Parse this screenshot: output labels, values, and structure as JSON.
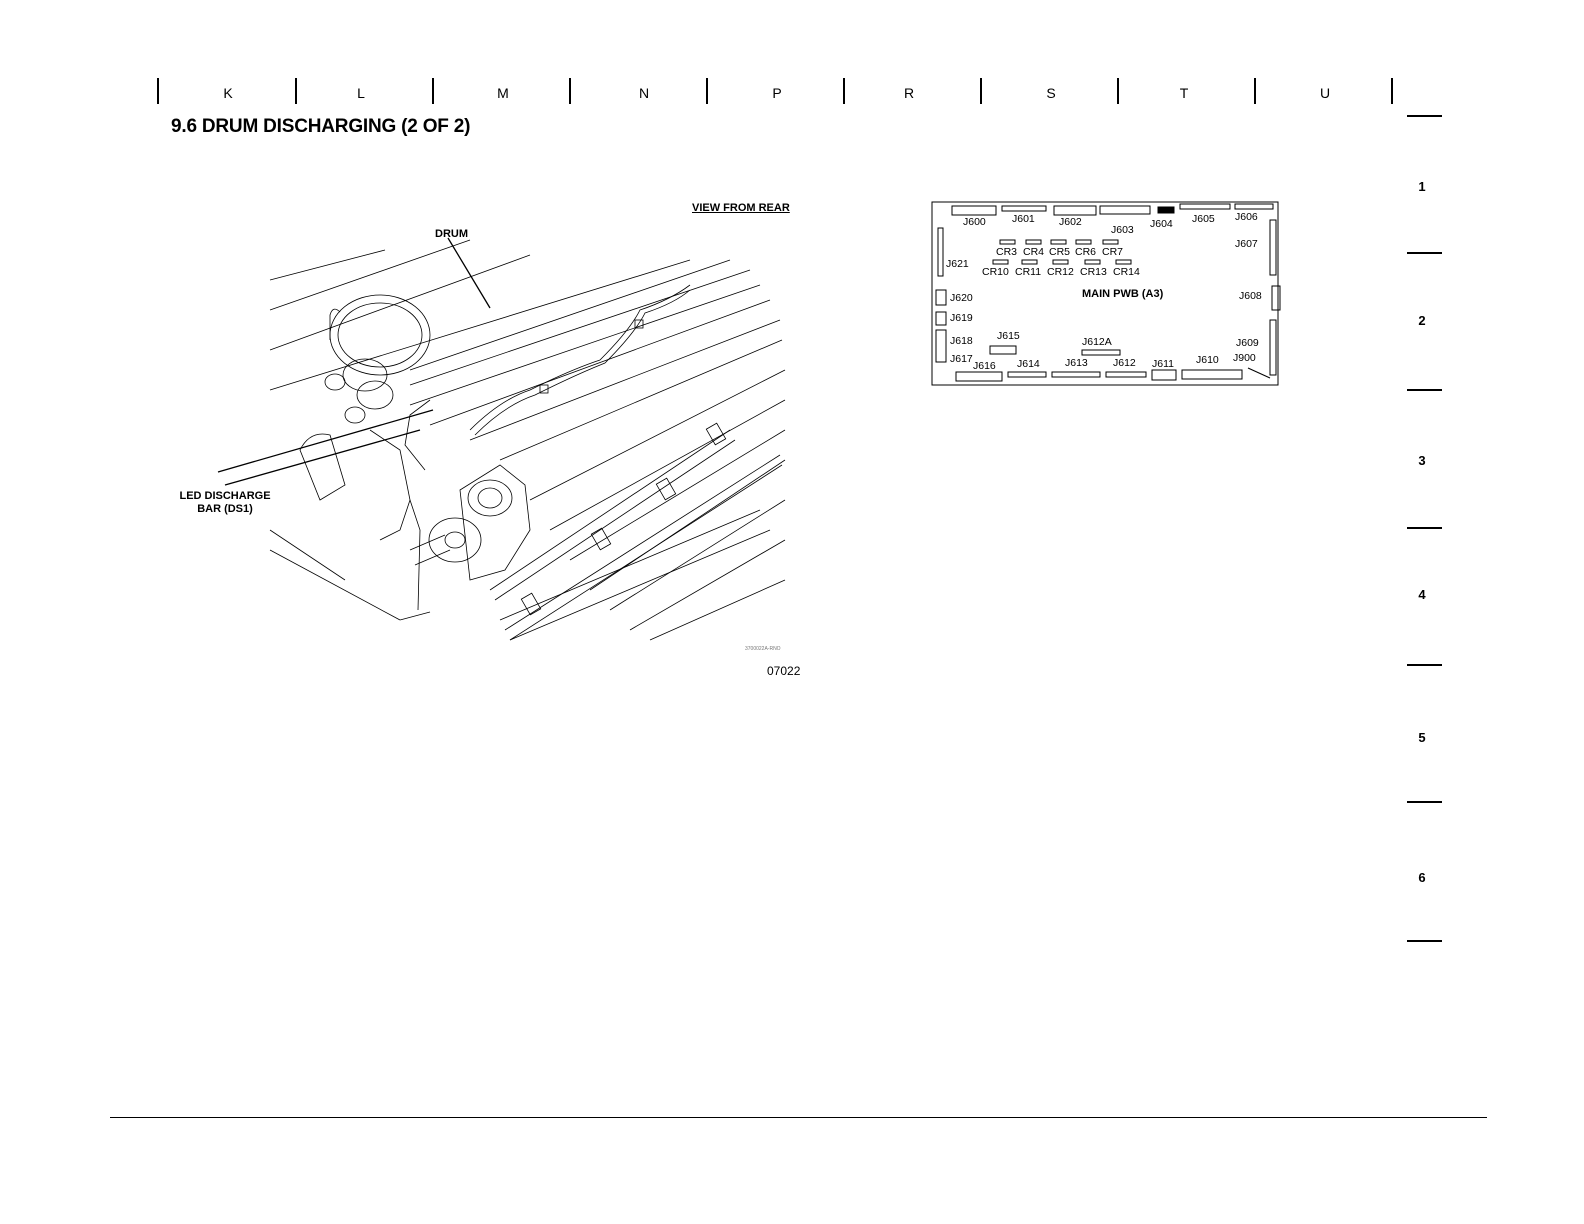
{
  "zones": [
    "K",
    "L",
    "M",
    "N",
    "P",
    "R",
    "S",
    "T",
    "U"
  ],
  "rows": [
    "1",
    "2",
    "3",
    "4",
    "5",
    "6"
  ],
  "page": {
    "title": "9.6  DRUM DISCHARGING (2 OF 2)"
  },
  "figure_left": {
    "view_label": "VIEW FROM REAR",
    "drum_label": "DRUM",
    "led_label_line1": "LED DISCHARGE",
    "led_label_line2": "BAR (DS1)",
    "small_code": "3700022A-RNO",
    "figure_number": "07022"
  },
  "main_pwb": {
    "title": "MAIN PWB (A3)",
    "connectors": {
      "j600": "J600",
      "j601": "J601",
      "j602": "J602",
      "j603": "J603",
      "j604": "J604",
      "j605": "J605",
      "j606": "J606",
      "j607": "J607",
      "j608": "J608",
      "j609": "J609",
      "j900": "J900",
      "j610": "J610",
      "j611": "J611",
      "j612": "J612",
      "j612a": "J612A",
      "j613": "J613",
      "j614": "J614",
      "j615": "J615",
      "j616": "J616",
      "j617": "J617",
      "j618": "J618",
      "j619": "J619",
      "j620": "J620",
      "j621": "J621"
    },
    "leds": {
      "cr3": "CR3",
      "cr4": "CR4",
      "cr5": "CR5",
      "cr6": "CR6",
      "cr7": "CR7",
      "cr10": "CR10",
      "cr11": "CR11",
      "cr12": "CR12",
      "cr13": "CR13",
      "cr14": "CR14"
    }
  }
}
